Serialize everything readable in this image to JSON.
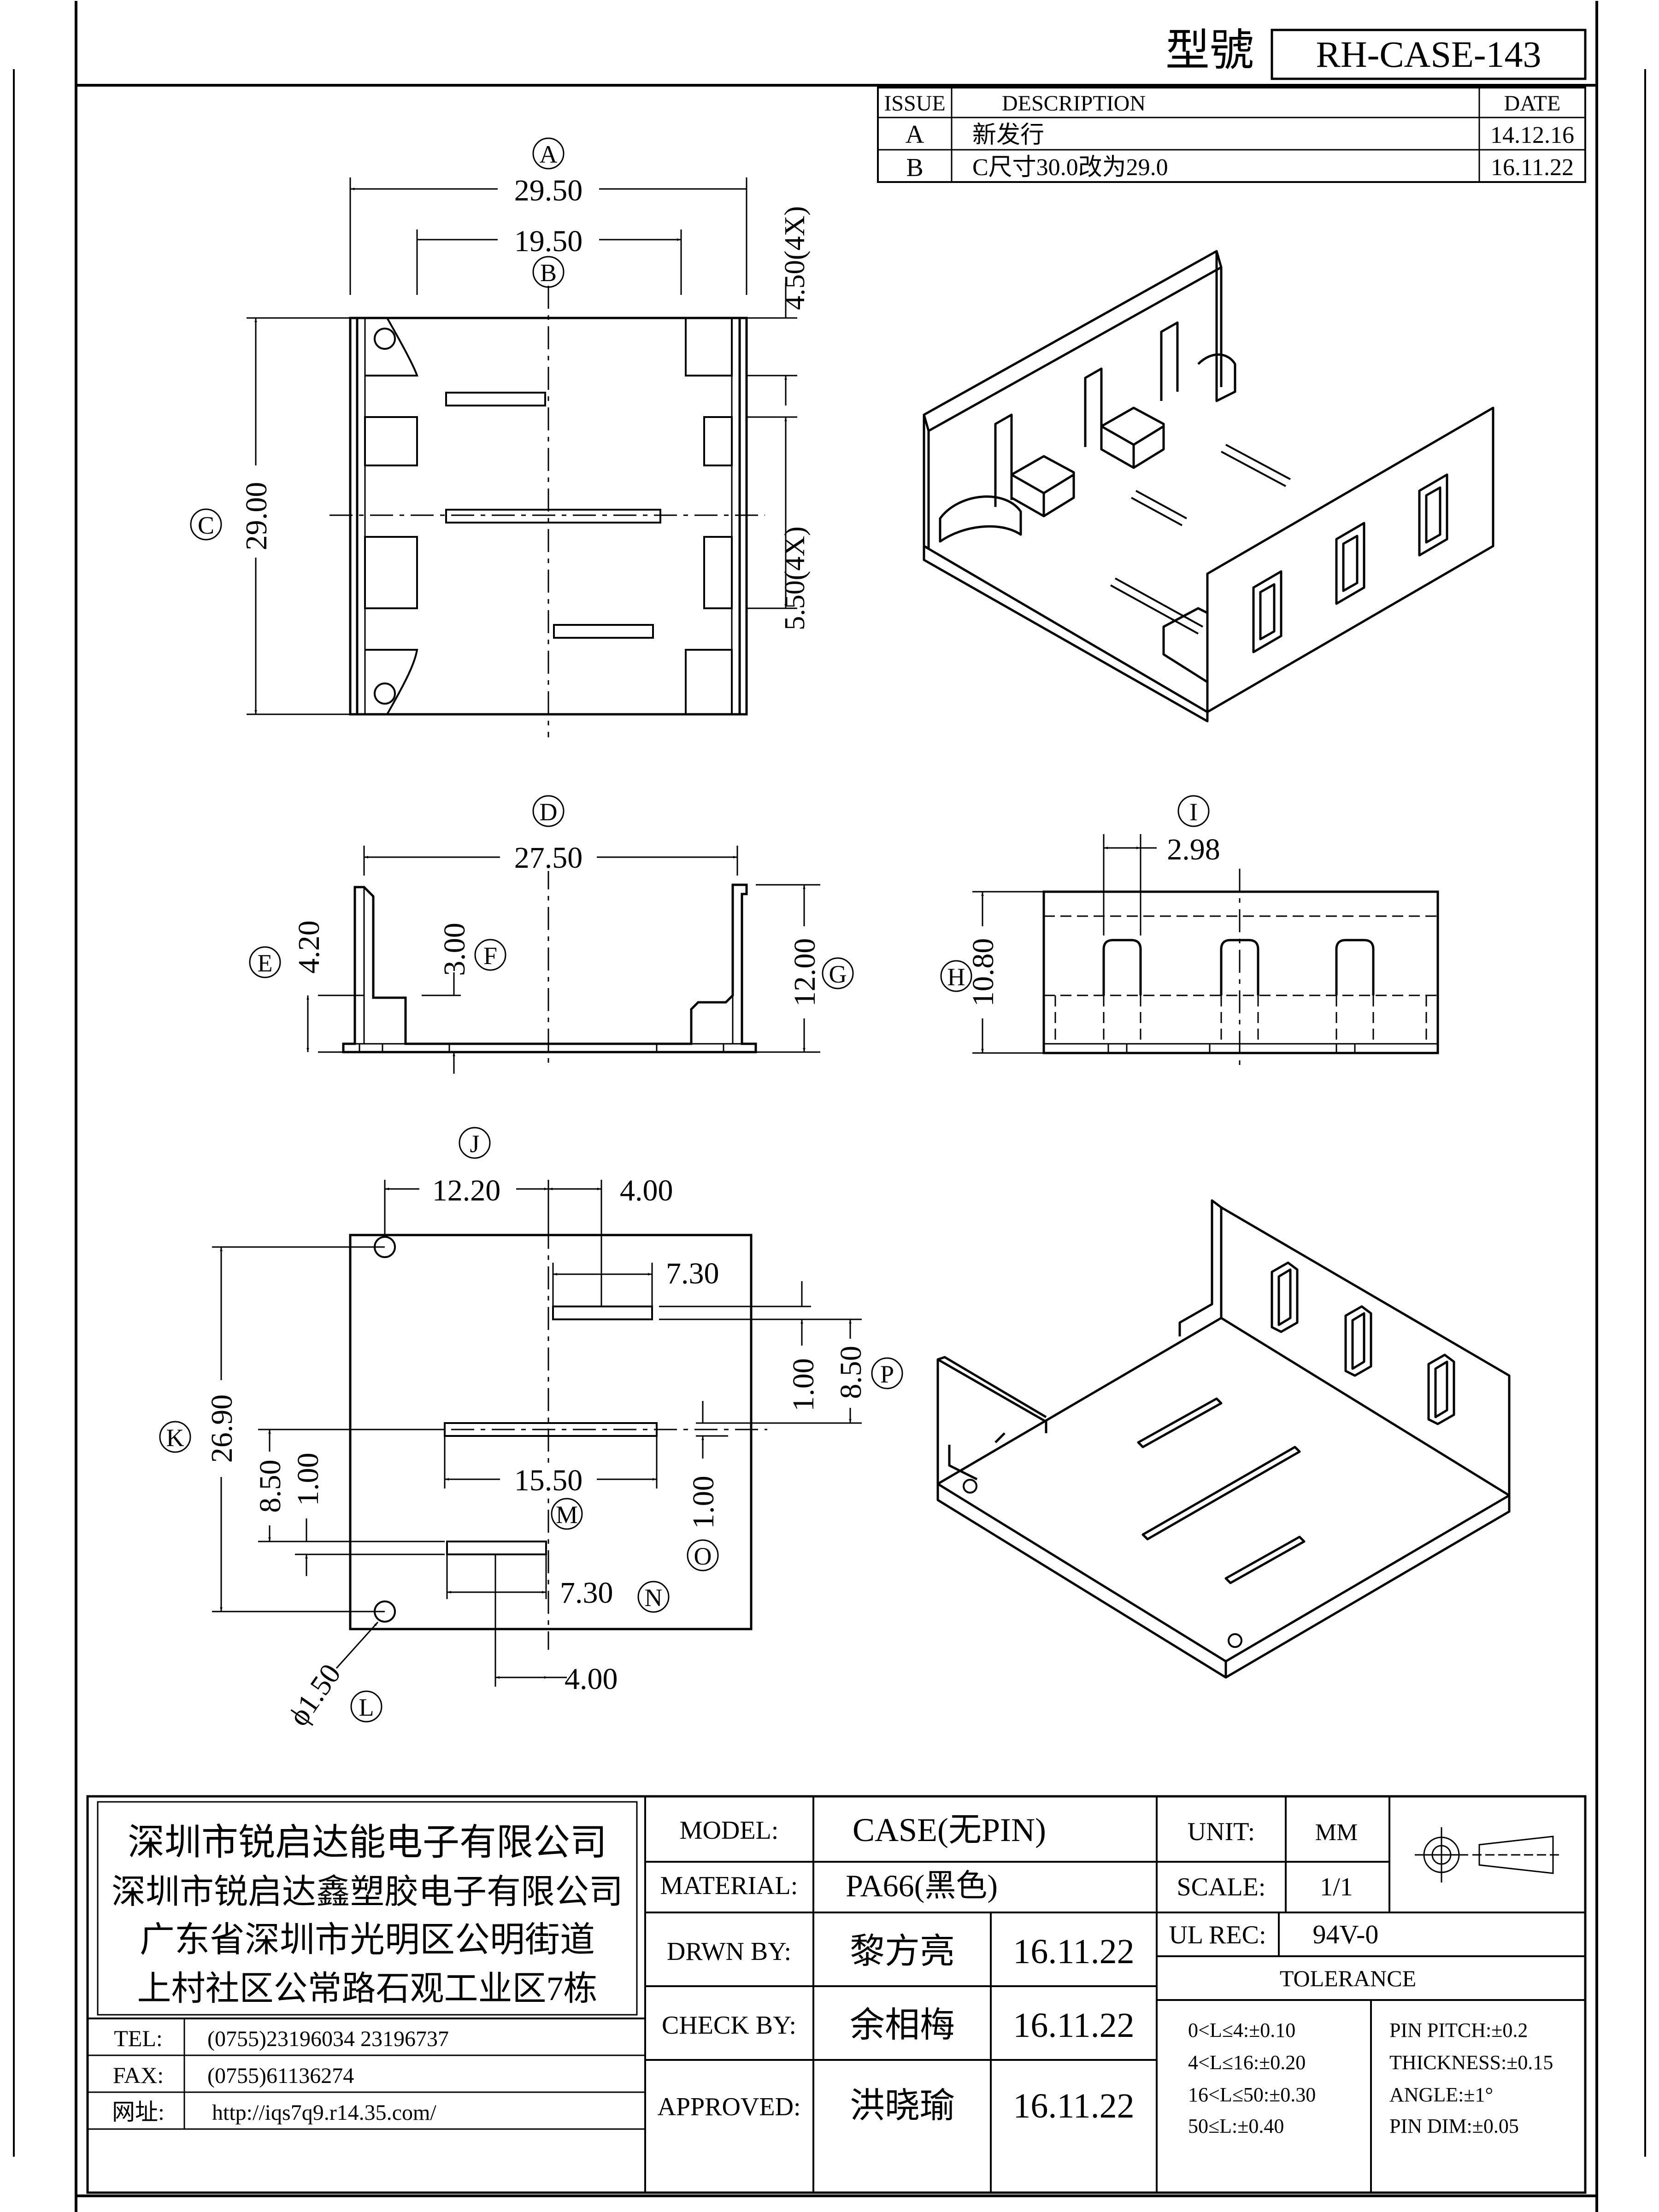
{
  "header": {
    "model_label": "型號",
    "model_value": "RH-CASE-143"
  },
  "revisions": {
    "headers": {
      "issue": "ISSUE",
      "description": "DESCRIPTION",
      "date": "DATE"
    },
    "rows": [
      {
        "issue": "A",
        "description": "新发行",
        "date": "14.12.16"
      },
      {
        "issue": "B",
        "description": "C尺寸30.0改为29.0",
        "date": "16.11.22"
      }
    ]
  },
  "top_view": {
    "label_a": "A",
    "dim_a": "29.50",
    "label_b": "B",
    "dim_b": "19.50",
    "dim_slot_w": "4.50(4X)",
    "label_c": "C",
    "dim_c": "29.00",
    "dim_slot_h": "5.50(4X)"
  },
  "front_view": {
    "label_d": "D",
    "dim_d": "27.50",
    "label_e": "E",
    "dim_e": "4.20",
    "label_f": "F",
    "dim_f": "3.00",
    "label_g": "G",
    "dim_g": "12.00"
  },
  "side_view": {
    "label_i": "I",
    "dim_i": "2.98",
    "label_h": "H",
    "dim_h": "10.80"
  },
  "bottom_view": {
    "label_j": "J",
    "dim_j1": "12.20",
    "dim_j2": "4.00",
    "dim_slot1": "7.30",
    "dim_p1": "1.00",
    "dim_p2": "8.50",
    "label_p": "P",
    "label_k": "K",
    "dim_k": "26.90",
    "dim_left1": "8.50",
    "dim_left2": "1.00",
    "dim_m": "15.50",
    "label_m": "M",
    "dim_o": "1.00",
    "label_o": "O",
    "dim_n": "7.30",
    "label_n": "N",
    "dim_bottom": "4.00",
    "dim_l": "ϕ1.50",
    "label_l": "L"
  },
  "title_block": {
    "company": [
      "深圳市锐启达能电子有限公司",
      "深圳市锐启达鑫塑胶电子有限公司",
      "广东省深圳市光明区公明街道",
      "上村社区公常路石观工业区7栋"
    ],
    "tel_label": "TEL:",
    "tel": "(0755)23196034  23196737",
    "fax_label": "FAX:",
    "fax": "(0755)61136274",
    "web_label": "网址:",
    "web": "http://iqs7q9.r14.35.com/",
    "model_label": "MODEL:",
    "model": "CASE(无PIN)",
    "material_label": "MATERIAL:",
    "material": "PA66(黑色)",
    "drawn_label": "DRWN BY:",
    "drawn_name": "黎方亮",
    "drawn_date": "16.11.22",
    "check_label": "CHECK BY:",
    "check_name": "余相梅",
    "check_date": "16.11.22",
    "approved_label": "APPROVED:",
    "approved_name": "洪晓瑜",
    "approved_date": "16.11.22",
    "unit_label": "UNIT:",
    "unit": "MM",
    "scale_label": "SCALE:",
    "scale": "1/1",
    "ul_label": "UL REC:",
    "ul": "94V-0",
    "tolerance_label": "TOLERANCE",
    "tolerances_left": [
      "0<L≤4:±0.10",
      "4<L≤16:±0.20",
      "16<L≤50:±0.30",
      "50≤L:±0.40"
    ],
    "tolerances_right": [
      "PIN PITCH:±0.2",
      "THICKNESS:±0.15",
      "ANGLE:±1°",
      "PIN DIM:±0.05"
    ]
  }
}
